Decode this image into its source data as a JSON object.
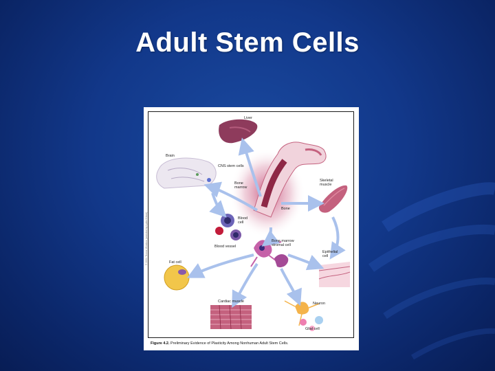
{
  "slide": {
    "title": "Adult Stem Cells"
  },
  "figure": {
    "caption_number": "Figure 4.2.",
    "caption_text": "Preliminary Evidence of Plasticity Among Nonhuman Adult Stem Cells.",
    "copyright": "© 2001 Terese Winslow (assisted by Lydia Kibiuk)",
    "labels": {
      "liver": "Liver",
      "brain": "Brain",
      "cns_stem_cells": "CNS stem cells",
      "bone_marrow": "Bone marrow",
      "skeletal_muscle": "Skeletal muscle",
      "bone": "Bone",
      "blood_cell": "Blood cell",
      "blood_vessel": "Blood vessel",
      "bone_marrow_stromal_cell": "Bone marrow stromal cell",
      "epithelial_cell": "Epithelial cell",
      "fat_cell": "Fat cell",
      "cardiac_muscle": "Cardiac muscle",
      "neuron": "Neuron",
      "glial_cell": "Glial cell"
    }
  },
  "colors": {
    "background": "#12388a",
    "arrow": "#a9c1ec",
    "tissue_pink": "#c4617e",
    "liver": "#8e3b5c"
  }
}
